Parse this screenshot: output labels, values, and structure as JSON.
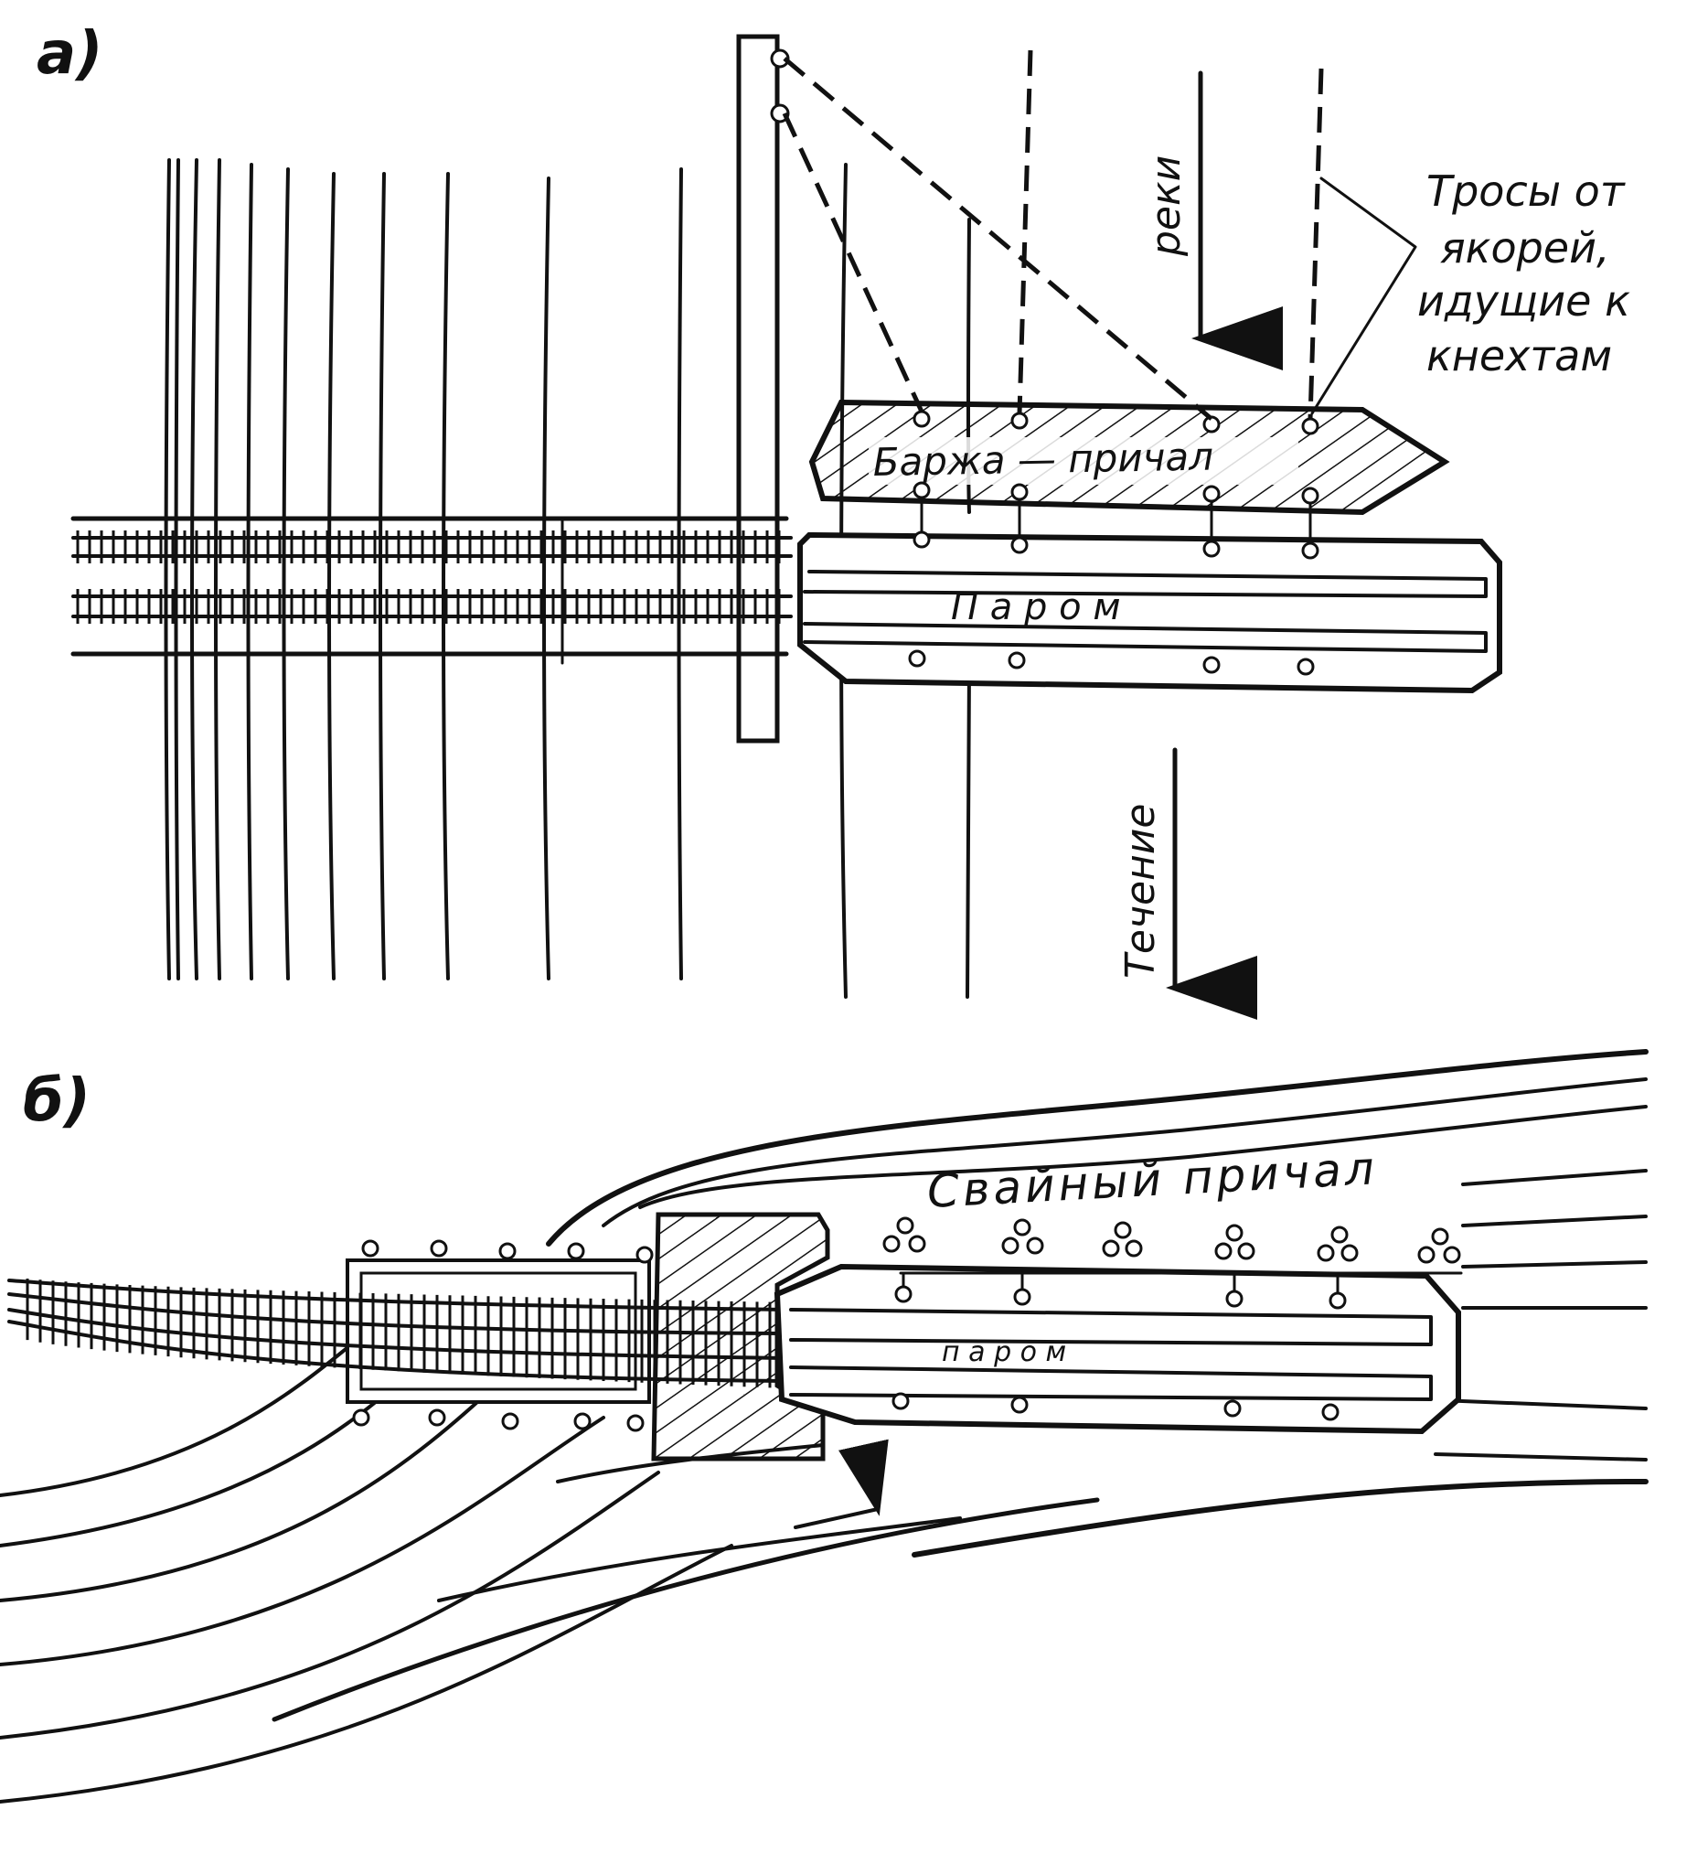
{
  "panel_a": {
    "label": "а)",
    "barge_label": "Баржа — причал",
    "ferry_label": "П а р о м",
    "current_label_top": "реки",
    "current_label_bottom": "Течение",
    "cables_label": [
      "Тросы от",
      "якорей,",
      "идущие к",
      "кнехтам"
    ]
  },
  "panel_b": {
    "label": "б)",
    "pier_label": "Свайный причал",
    "ferry_label": "п а р о м"
  },
  "colors": {
    "ink": "#111111",
    "paper": "#ffffff"
  },
  "icons": {
    "current_arrow": "arrow-down-icon",
    "bollard": "circle-icon",
    "flow_arrow": "arrow-right-icon"
  }
}
